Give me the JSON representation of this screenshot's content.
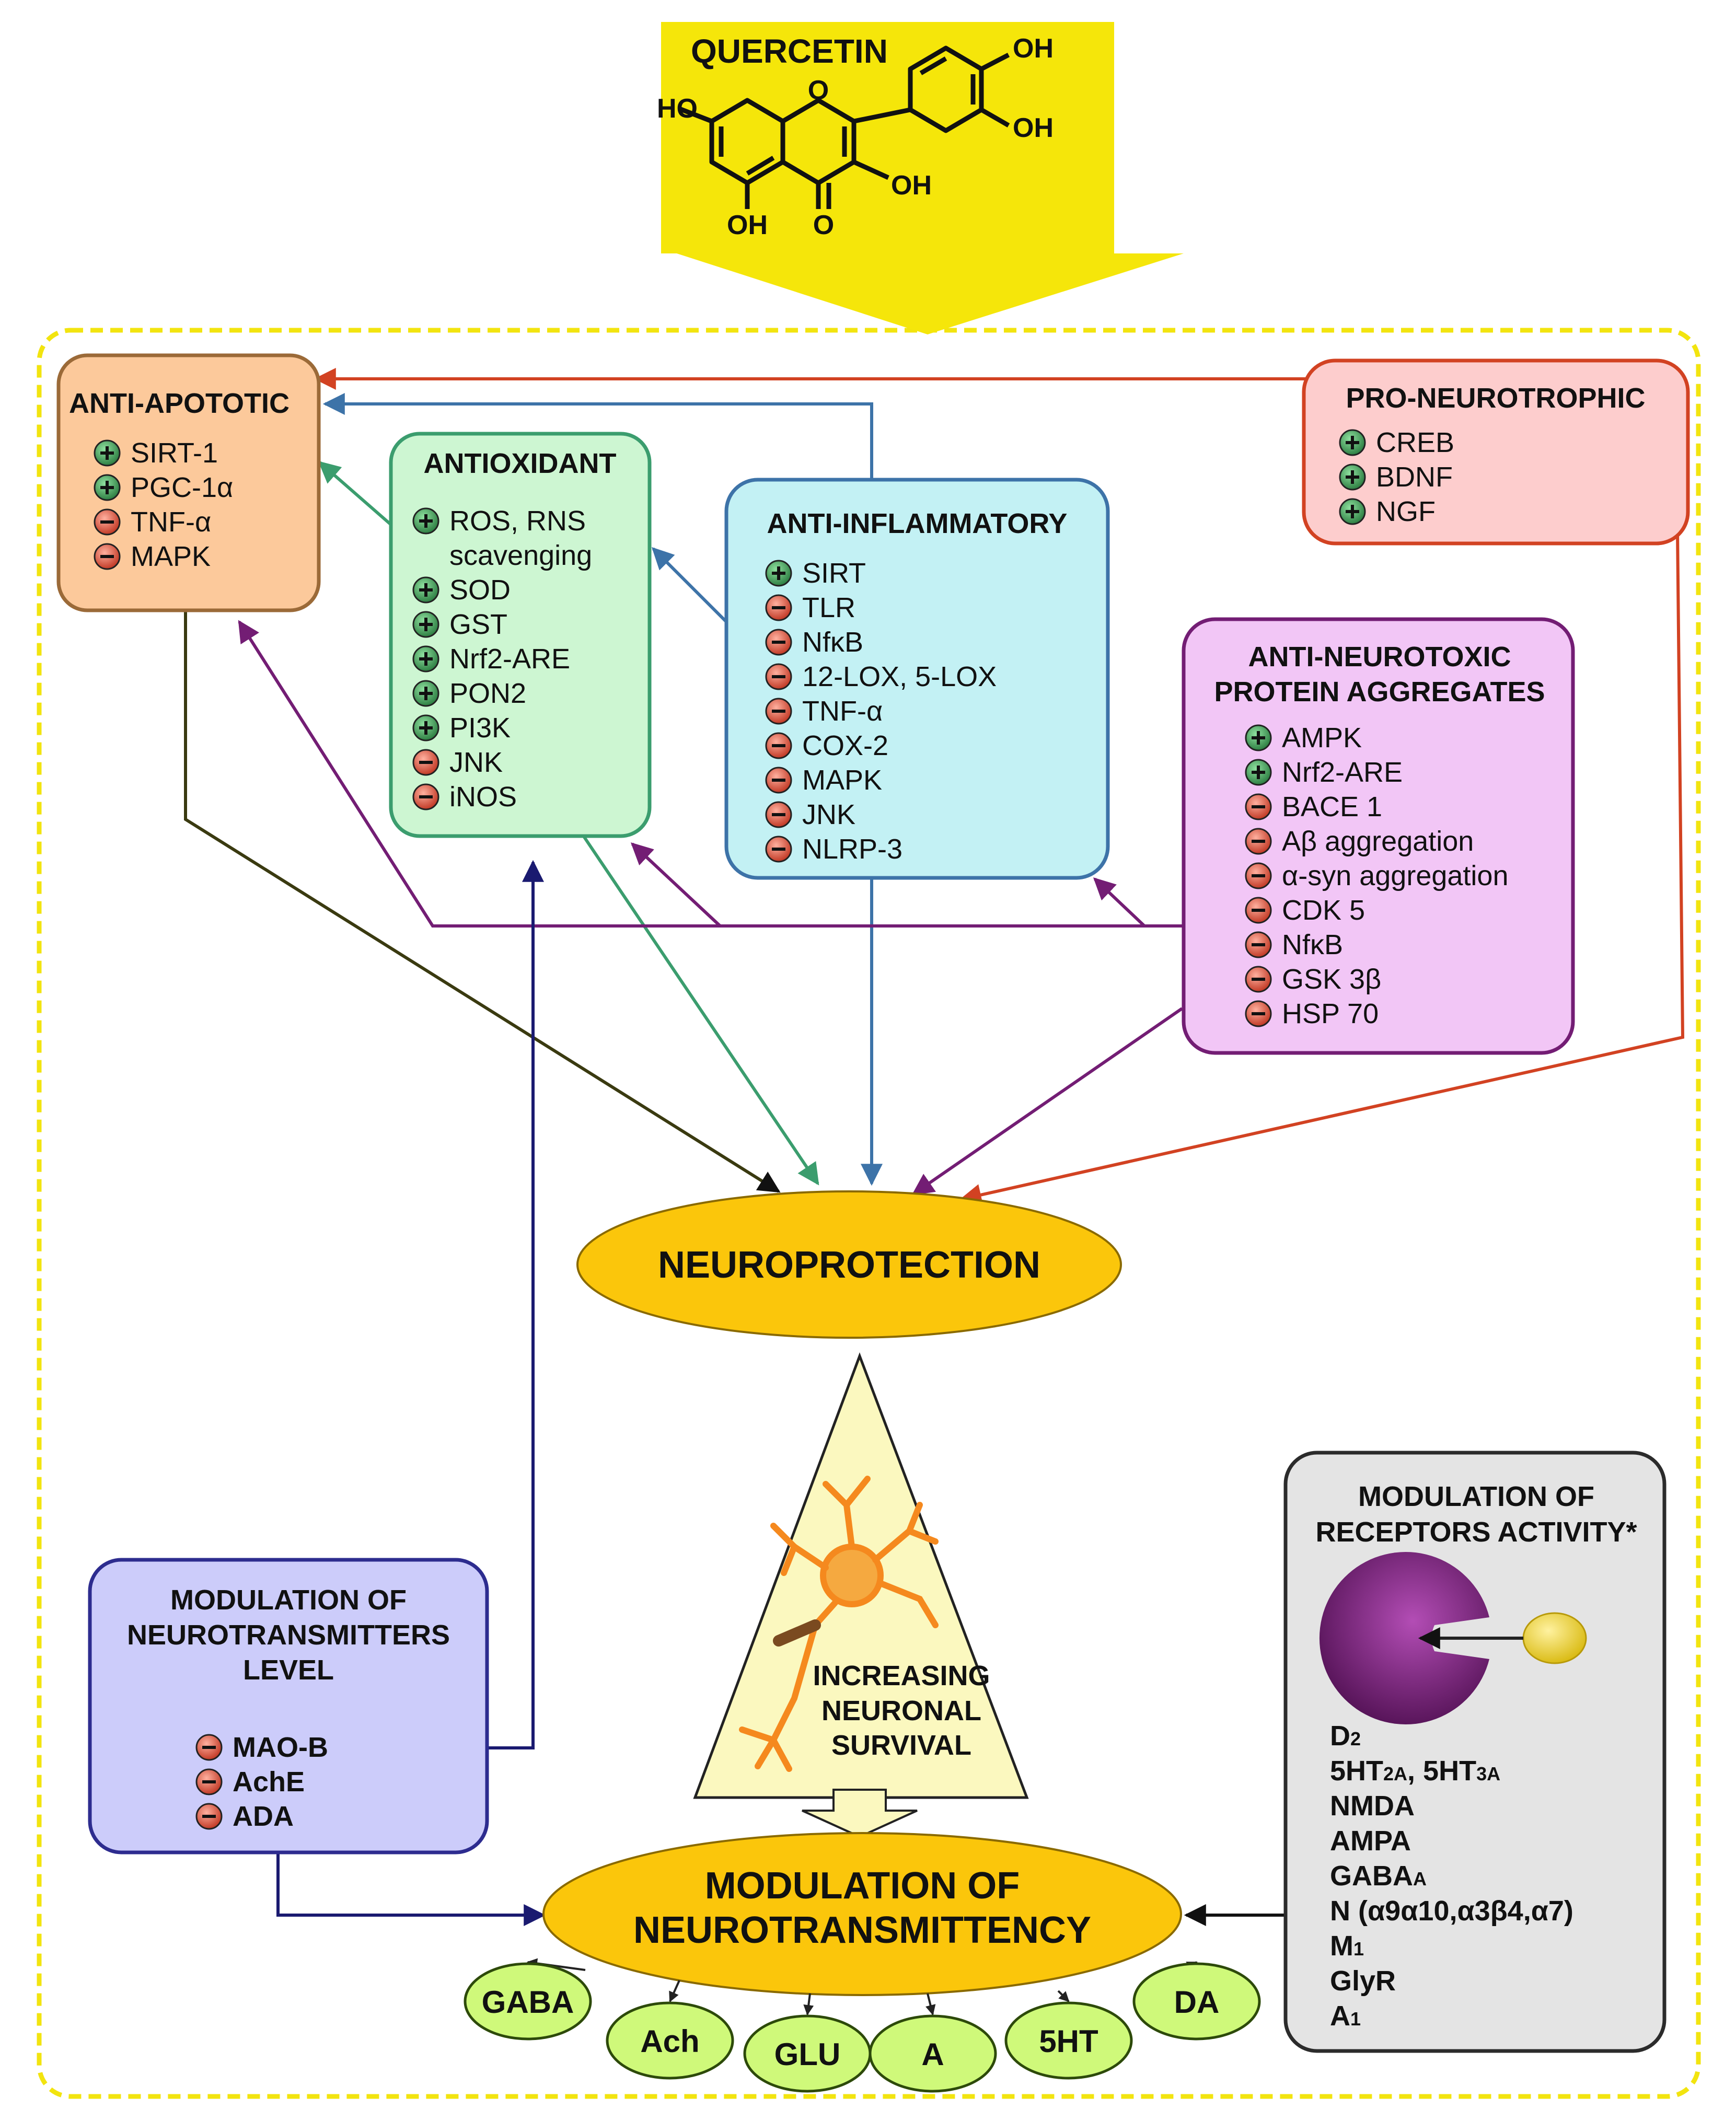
{
  "quercetin": {
    "title": "QUERCETIN",
    "labels": {
      "ho_left": "HO",
      "oh_top_right": "OH",
      "oh_right": "OH",
      "oh_c3": "OH",
      "oh_bottom": "OH",
      "o_carbonyl": "O",
      "o_ring": "O"
    }
  },
  "anti_apoptotic": {
    "title": "ANTI-APOTOTIC",
    "items": [
      {
        "sign": "+",
        "label": "SIRT-1"
      },
      {
        "sign": "+",
        "label": "PGC-1α"
      },
      {
        "sign": "-",
        "label": "TNF-α"
      },
      {
        "sign": "-",
        "label": "MAPK"
      }
    ]
  },
  "antioxidant": {
    "title": "ANTIOXIDANT",
    "items": [
      {
        "sign": "+",
        "label": "ROS, RNS",
        "label2": "scavenging"
      },
      {
        "sign": "+",
        "label": "SOD"
      },
      {
        "sign": "+",
        "label": "GST"
      },
      {
        "sign": "+",
        "label": "Nrf2-ARE"
      },
      {
        "sign": "+",
        "label": "PON2"
      },
      {
        "sign": "+",
        "label": "PI3K"
      },
      {
        "sign": "-",
        "label": "JNK"
      },
      {
        "sign": "-",
        "label": "iNOS"
      }
    ]
  },
  "anti_inflammatory": {
    "title": "ANTI-INFLAMMATORY",
    "items": [
      {
        "sign": "+",
        "label": "SIRT"
      },
      {
        "sign": "-",
        "label": "TLR"
      },
      {
        "sign": "-",
        "label": "NfκB"
      },
      {
        "sign": "-",
        "label": "12-LOX, 5-LOX"
      },
      {
        "sign": "-",
        "label": "TNF-α"
      },
      {
        "sign": "-",
        "label": "COX-2"
      },
      {
        "sign": "-",
        "label": "MAPK"
      },
      {
        "sign": "-",
        "label": "JNK"
      },
      {
        "sign": "-",
        "label": "NLRP-3"
      }
    ]
  },
  "pro_neurotrophic": {
    "title": "PRO-NEUROTROPHIC",
    "items": [
      {
        "sign": "+",
        "label": "CREB"
      },
      {
        "sign": "+",
        "label": "BDNF"
      },
      {
        "sign": "+",
        "label": "NGF"
      }
    ]
  },
  "anti_neurotoxic": {
    "title_line1": "ANTI-NEUROTOXIC",
    "title_line2": "PROTEIN AGGREGATES",
    "items": [
      {
        "sign": "+",
        "label": "AMPK"
      },
      {
        "sign": "+",
        "label": "Nrf2-ARE"
      },
      {
        "sign": "-",
        "label": "BACE 1"
      },
      {
        "sign": "-",
        "label": "Aβ aggregation"
      },
      {
        "sign": "-",
        "label": "α-syn aggregation"
      },
      {
        "sign": "-",
        "label": "CDK 5"
      },
      {
        "sign": "-",
        "label": "NfκB"
      },
      {
        "sign": "-",
        "label": "GSK 3β"
      },
      {
        "sign": "-",
        "label": "HSP 70"
      }
    ]
  },
  "neuroprotection": {
    "label": "NEUROPROTECTION"
  },
  "survival": {
    "line1": "INCREASING",
    "line2": "NEURONAL",
    "line3": "SURVIVAL"
  },
  "neurotransmitters_level": {
    "title_line1": "MODULATION OF",
    "title_line2": "NEUROTRANSMITTERS",
    "title_line3": "LEVEL",
    "items": [
      {
        "sign": "-",
        "label": "MAO-B"
      },
      {
        "sign": "-",
        "label": "AchE"
      },
      {
        "sign": "-",
        "label": "ADA"
      }
    ]
  },
  "receptors": {
    "title_line1": "MODULATION OF",
    "title_line2": "RECEPTORS ACTIVITY*",
    "items": [
      {
        "main": "D",
        "sub": "2",
        "tail": ""
      },
      {
        "main": "5HT",
        "sub": "2A",
        "tail": ", 5HT",
        "sub2": "3A"
      },
      {
        "main": "NMDA",
        "sub": "",
        "tail": ""
      },
      {
        "main": "AMPA",
        "sub": "",
        "tail": ""
      },
      {
        "main": "GABA",
        "sub": "A",
        "tail": ""
      },
      {
        "main": "N (α9α10,α3β4,α7)",
        "sub": "",
        "tail": ""
      },
      {
        "main": "M",
        "sub": "1",
        "tail": ""
      },
      {
        "main": "GlyR",
        "sub": "",
        "tail": ""
      },
      {
        "main": "A",
        "sub": "1",
        "tail": ""
      }
    ]
  },
  "neurotransmittency": {
    "line1": "MODULATION OF",
    "line2": "NEUROTRANSMITTENCY"
  },
  "transmitters": [
    "GABA",
    "Ach",
    "GLU",
    "A",
    "5HT",
    "DA"
  ],
  "colors": {
    "quercetin_bg": "#f5e60a",
    "anti_apoptotic_fill": "#fcc99b",
    "anti_apoptotic_stroke": "#9b6a38",
    "antioxidant_fill": "#cdf6d2",
    "antioxidant_stroke": "#3b9d6e",
    "anti_inflammatory_fill": "#c3f1f4",
    "anti_inflammatory_stroke": "#3d73a8",
    "pro_neurotrophic_fill": "#fdcdcd",
    "pro_neurotrophic_stroke": "#d24222",
    "anti_neurotoxic_fill": "#f2c6f6",
    "anti_neurotoxic_stroke": "#731d74",
    "nt_level_fill": "#ccccfa",
    "nt_level_stroke": "#2d2c8f",
    "receptors_fill": "#e4e4e4",
    "receptors_stroke": "#2b2b2b",
    "ellipse_fill": "#fbc60b",
    "triangle_fill": "#fbf8bf",
    "transmitter_fill": "#cff97a",
    "plus_fill": "#3f9b57",
    "minus_fill": "#e4533f",
    "frame_dash": "#f2e40f"
  }
}
